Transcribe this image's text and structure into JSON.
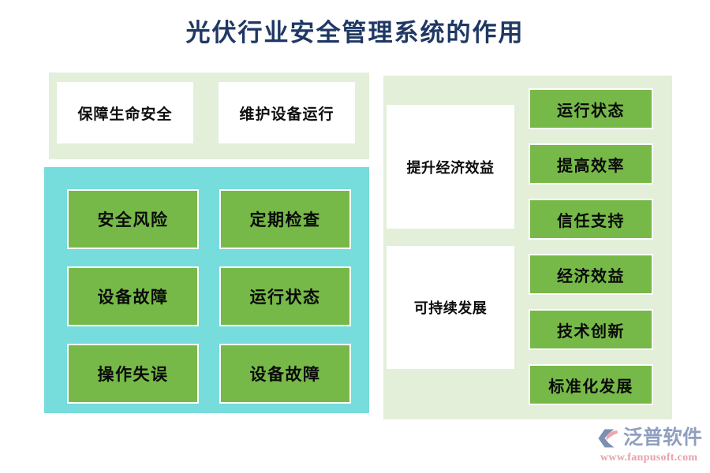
{
  "page": {
    "title": "光伏行业安全管理系统的作用",
    "background": "#ffffff"
  },
  "colors": {
    "title_text": "#1f3864",
    "panel_mint": "#e3efd9",
    "panel_cyan": "#76dcdc",
    "chip_green": "#76b948",
    "card_white": "#ffffff",
    "chip_border": "#ffffff",
    "body_text": "#0d0d0d",
    "logo_word": "#8f9fbf",
    "logo_url": "#e8a0a8",
    "logo_mark_outer": "#7b8fb0",
    "logo_mark_inner": "#f0a6ae"
  },
  "top_left_panel": {
    "name": "top-left-mint-panel",
    "cards": [
      {
        "label": "保障生命安全"
      },
      {
        "label": "维护设备运行"
      }
    ]
  },
  "mid_left_panel": {
    "name": "cyan-risk-panel",
    "chips": [
      {
        "label": "安全风险"
      },
      {
        "label": "定期检查"
      },
      {
        "label": "设备故障"
      },
      {
        "label": "运行状态"
      },
      {
        "label": "操作失误"
      },
      {
        "label": "设备故障"
      }
    ]
  },
  "right_panel": {
    "name": "right-mint-panel",
    "groups": [
      {
        "title": "提升经济效益",
        "chips": [
          {
            "label": "运行状态"
          },
          {
            "label": "提高效率"
          },
          {
            "label": "信任支持"
          }
        ]
      },
      {
        "title": "可持续发展",
        "chips": [
          {
            "label": "经济效益"
          },
          {
            "label": "技术创新"
          },
          {
            "label": "标准化发展"
          }
        ]
      }
    ]
  },
  "logo": {
    "mark_icon": "fanpu-swoosh-logo-icon",
    "word": "泛普软件",
    "url": "www.fanpusoft.com"
  }
}
